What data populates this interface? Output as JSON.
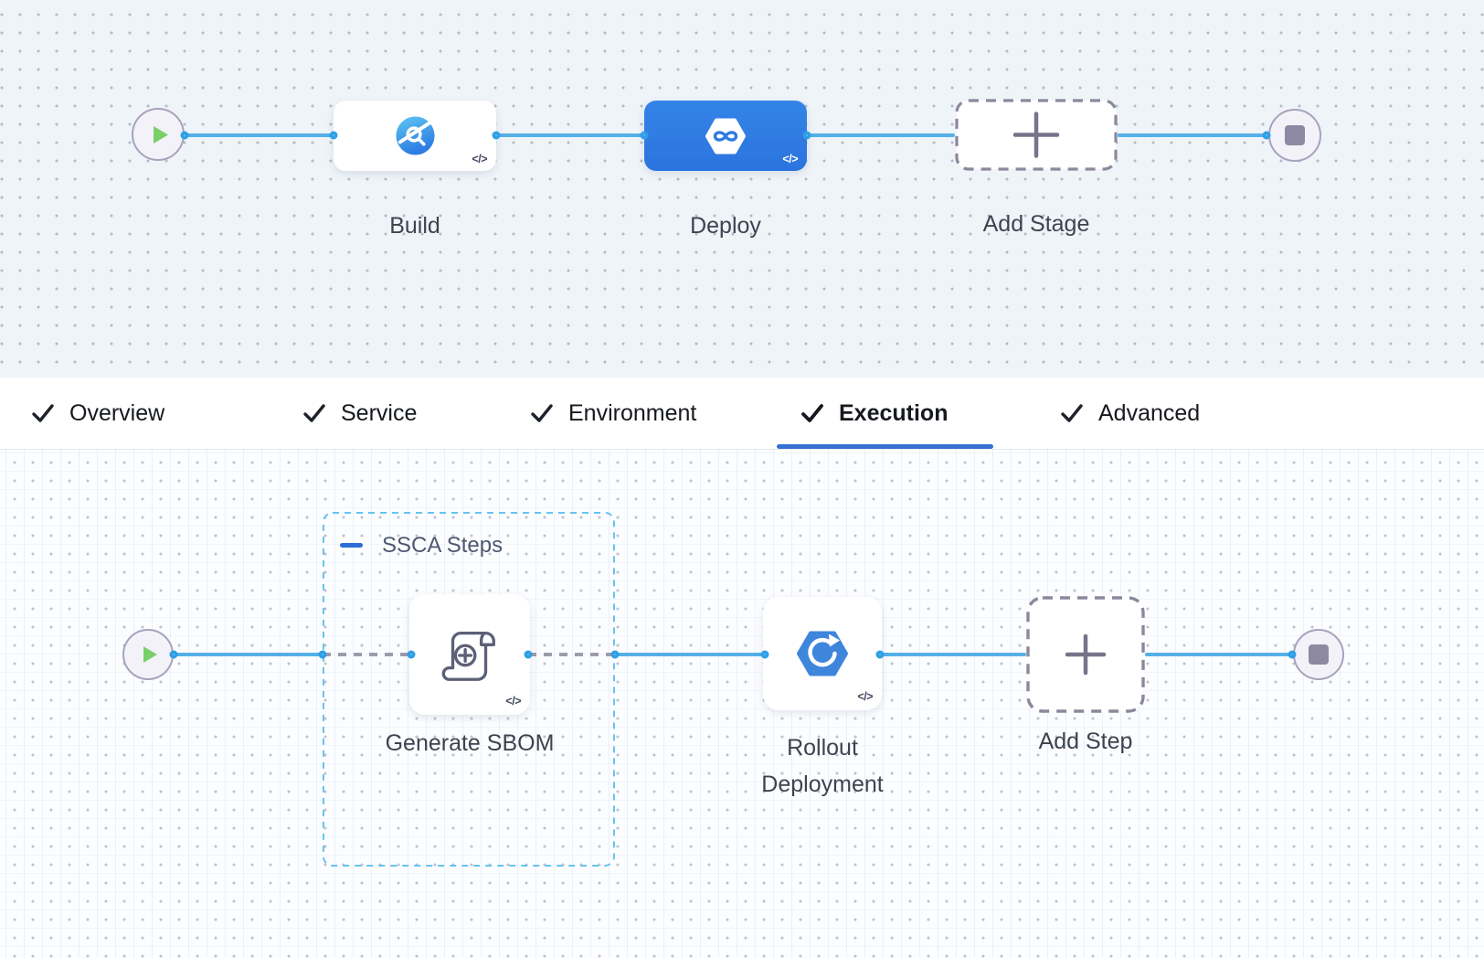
{
  "stage_pipeline": {
    "stages": [
      {
        "label": "Build",
        "selected": false
      },
      {
        "label": "Deploy",
        "selected": true
      },
      {
        "label": "Add Stage",
        "placeholder": true
      }
    ]
  },
  "tabs": [
    {
      "label": "Overview",
      "checked": true,
      "active": false
    },
    {
      "label": "Service",
      "checked": true,
      "active": false
    },
    {
      "label": "Environment",
      "checked": true,
      "active": false
    },
    {
      "label": "Execution",
      "checked": true,
      "active": true
    },
    {
      "label": "Advanced",
      "checked": true,
      "active": false
    }
  ],
  "step_pipeline": {
    "group_label": "SSCA Steps",
    "steps": [
      {
        "label": "Generate SBOM"
      },
      {
        "label": "Rollout Deployment"
      },
      {
        "label": "Add Step",
        "placeholder": true
      }
    ]
  },
  "icons": {
    "code_chip": "</>"
  },
  "colors": {
    "connector": "#55b0e8",
    "selected_stage": "#2e7ce2",
    "tab_underline": "#3570d2",
    "group_dash": "#68c3f0",
    "dashed_connector": "#9e9cab",
    "add_node_border": "#8b889c",
    "play_green": "#79cf68",
    "terminal_gray": "#8d89a2"
  }
}
